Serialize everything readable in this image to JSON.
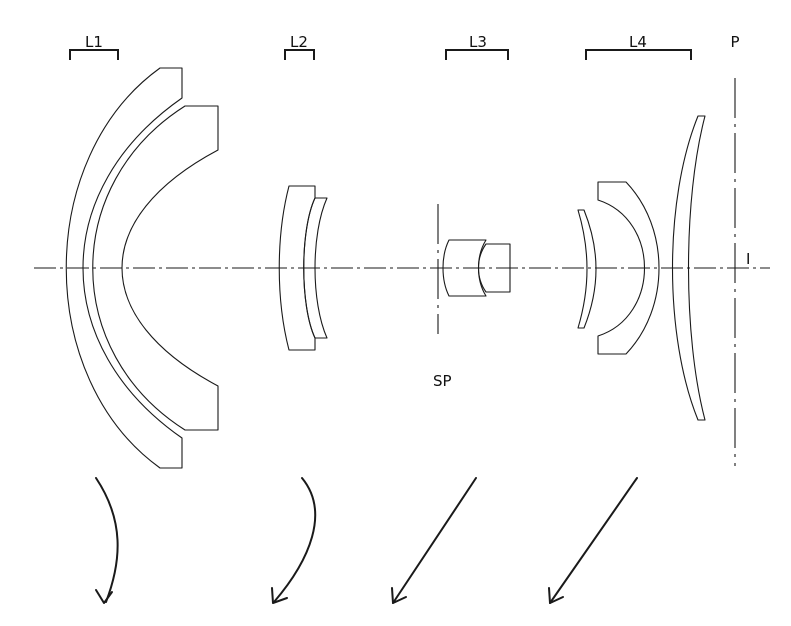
{
  "groups": {
    "l1": "L1",
    "l2": "L2",
    "l3": "L3",
    "l4": "L4"
  },
  "stop_label": "SP",
  "image_plane_label": "P",
  "image_label": "I",
  "colors": {
    "line": "#1a1a1a",
    "background": "#ffffff"
  }
}
